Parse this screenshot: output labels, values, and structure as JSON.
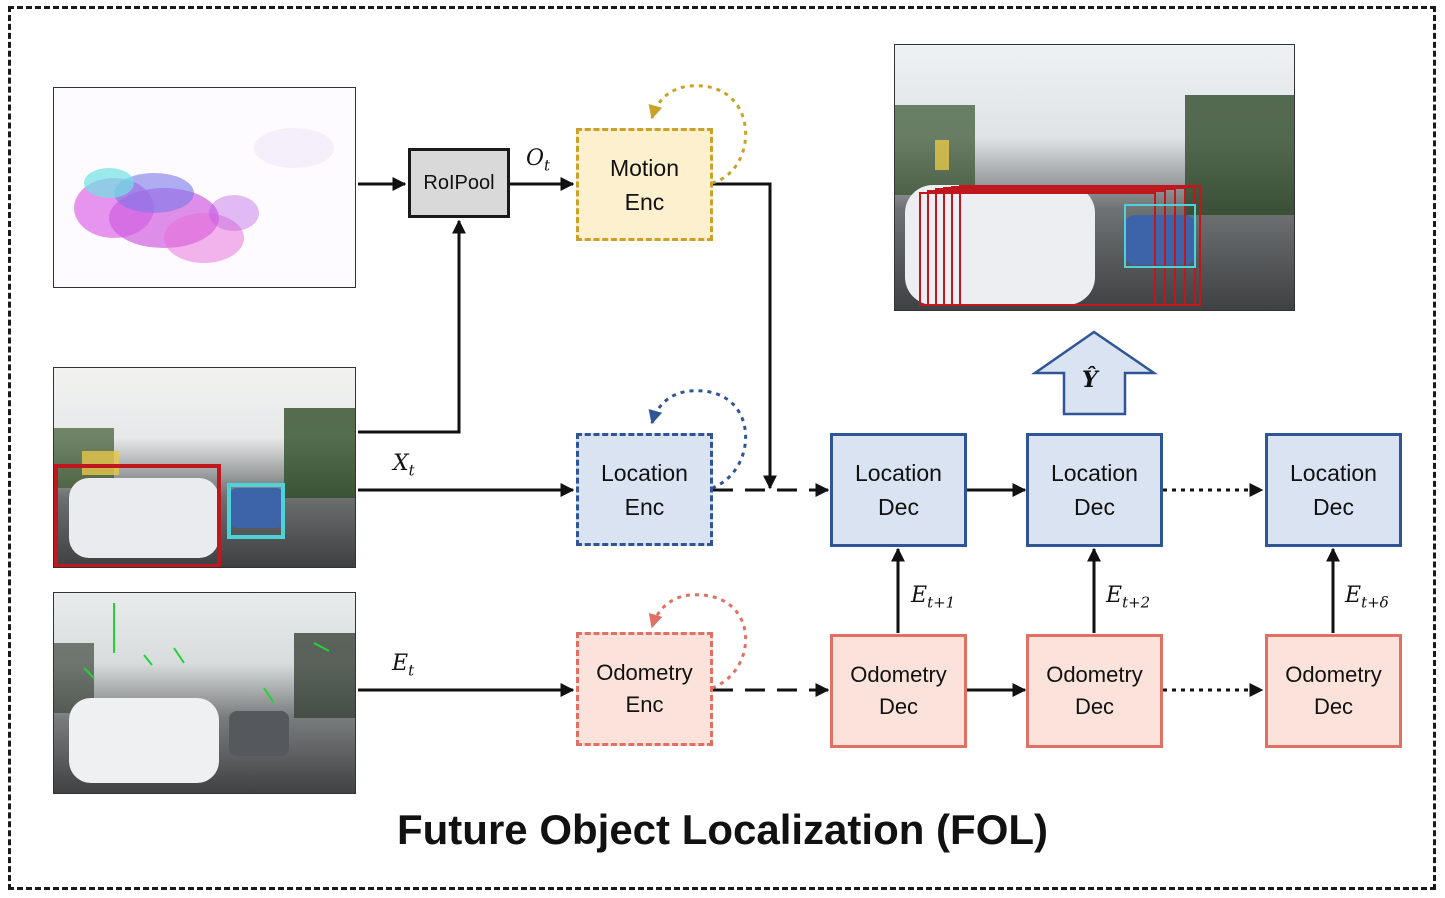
{
  "title": "Future Object Localization (FOL)",
  "roipool_label": "RoIPool",
  "encoders": {
    "motion": {
      "line1": "Motion",
      "line2": "Enc"
    },
    "location": {
      "line1": "Location",
      "line2": "Enc"
    },
    "odometry": {
      "line1": "Odometry",
      "line2": "Enc"
    }
  },
  "location_decoders": [
    {
      "line1": "Location",
      "line2": "Dec"
    },
    {
      "line1": "Location",
      "line2": "Dec"
    },
    {
      "line1": "Location",
      "line2": "Dec"
    }
  ],
  "odometry_decoders": [
    {
      "line1": "Odometry",
      "line2": "Dec"
    },
    {
      "line1": "Odometry",
      "line2": "Dec"
    },
    {
      "line1": "Odometry",
      "line2": "Dec"
    }
  ],
  "symbols": {
    "O_base": "O",
    "O_sub": "t",
    "X_base": "X",
    "X_sub": "t",
    "E_base": "E",
    "E_sub": "t",
    "E1_base": "E",
    "E1_sub": "t+1",
    "E2_base": "E",
    "E2_sub": "t+2",
    "Ed_base": "E",
    "Ed_sub": "t+δ",
    "Y_hat": "Ŷ"
  },
  "colors": {
    "motion": "#c9a227",
    "location": "#2f5597",
    "odometry": "#e07063",
    "bbox_red": "#c0171f",
    "bbox_cyan": "#4fd1d9"
  }
}
